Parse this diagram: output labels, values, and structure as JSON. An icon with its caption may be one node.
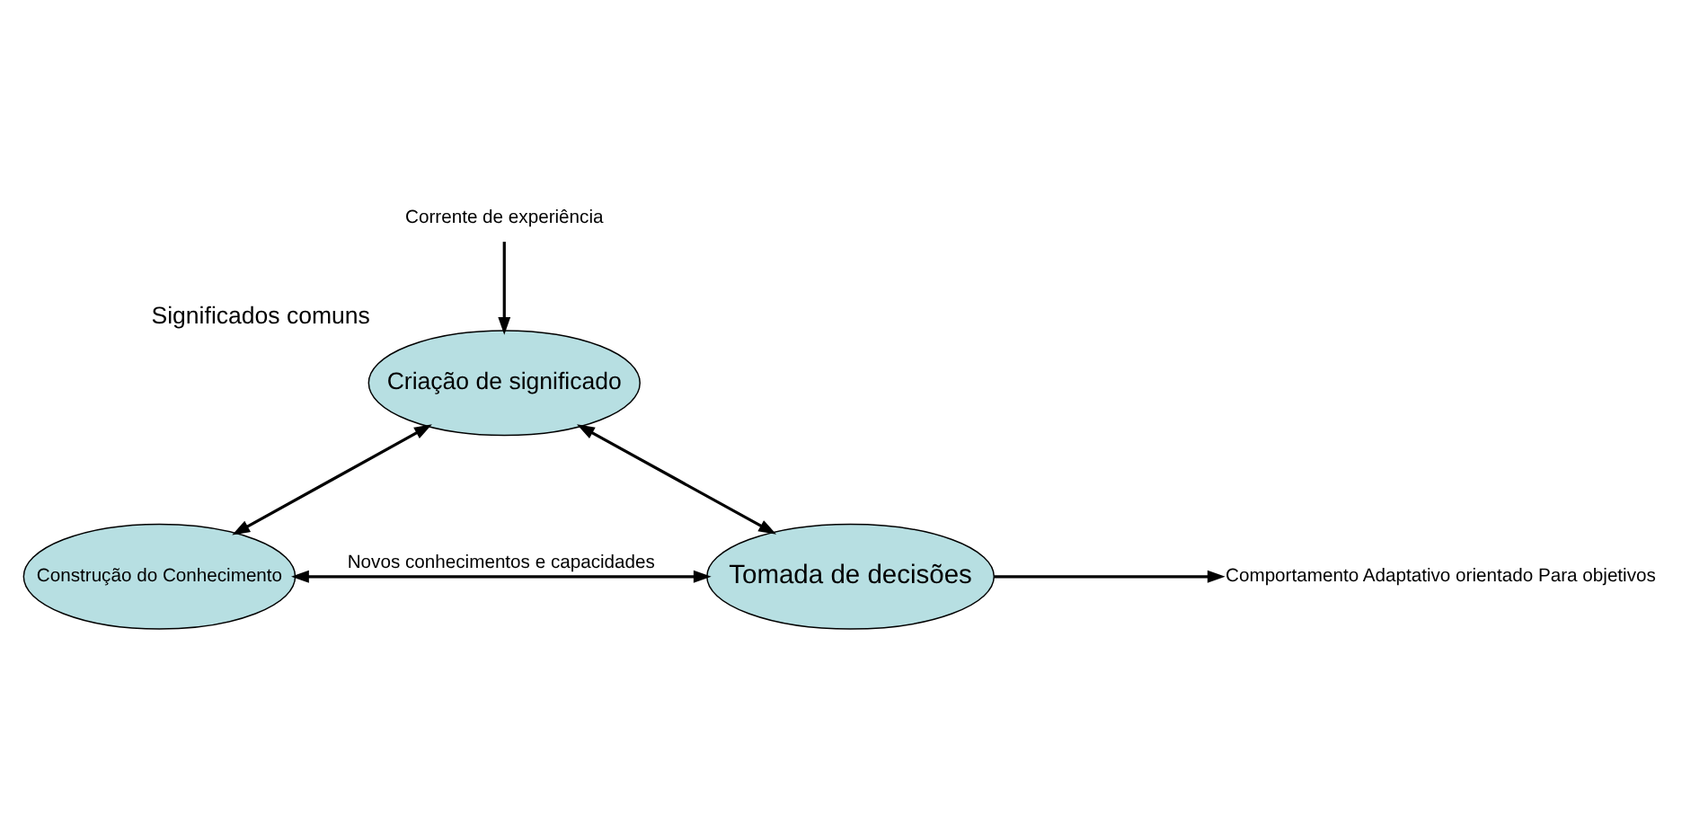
{
  "diagram": {
    "nodes": [
      {
        "text": [
          "Corrente de experiência"
        ]
      },
      {
        "text": [
          "Criação de significado"
        ],
        "beside": [
          "Significados comuns"
        ]
      },
      {
        "text": [
          "Construção do Conhecimento"
        ]
      },
      {
        "text": [
          "Tomada de decisões"
        ]
      },
      {
        "text": [
          "Comportamento Adaptativo orientado Para objetivos"
        ]
      }
    ],
    "edges": [
      {
        "from": 0,
        "to": 1,
        "arrow": "to"
      },
      {
        "from": 1,
        "to": 2,
        "arrow": "both"
      },
      {
        "from": 1,
        "to": 3,
        "arrow": "both"
      },
      {
        "from": 2,
        "to": 3,
        "arrow": "both",
        "label": "Novos conhecimentos e capacidades"
      },
      {
        "from": 3,
        "to": 4,
        "arrow": "to"
      }
    ]
  }
}
